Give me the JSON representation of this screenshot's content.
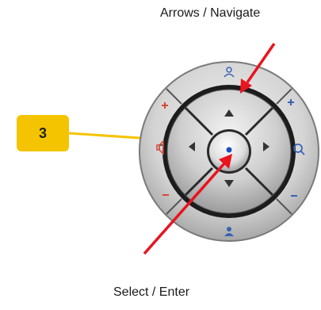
{
  "labels": {
    "navigate": "Arrows / Navigate",
    "select": "Select / Enter",
    "step": "3"
  },
  "icons": {
    "outer_top": "person-icon",
    "outer_bottom": "person-icon",
    "outer_left": "speaker-icon",
    "outer_right": "magnifier-icon",
    "outer_top_left": "plus-icon",
    "outer_top_right": "plus-icon",
    "outer_bottom_left": "minus-icon",
    "outer_bottom_right": "minus-icon",
    "inner_up": "up-arrow-icon",
    "inner_down": "down-arrow-icon",
    "inner_left": "left-arrow-icon",
    "inner_right": "right-arrow-icon",
    "center": "select-dot-icon"
  },
  "colors": {
    "pointer_arrow": "#e8141e",
    "step_badge": "#f5c400",
    "leader_line": "#f5c400",
    "volume_glyphs": "#d9463a",
    "zoom_glyphs": "#3a63b5"
  }
}
